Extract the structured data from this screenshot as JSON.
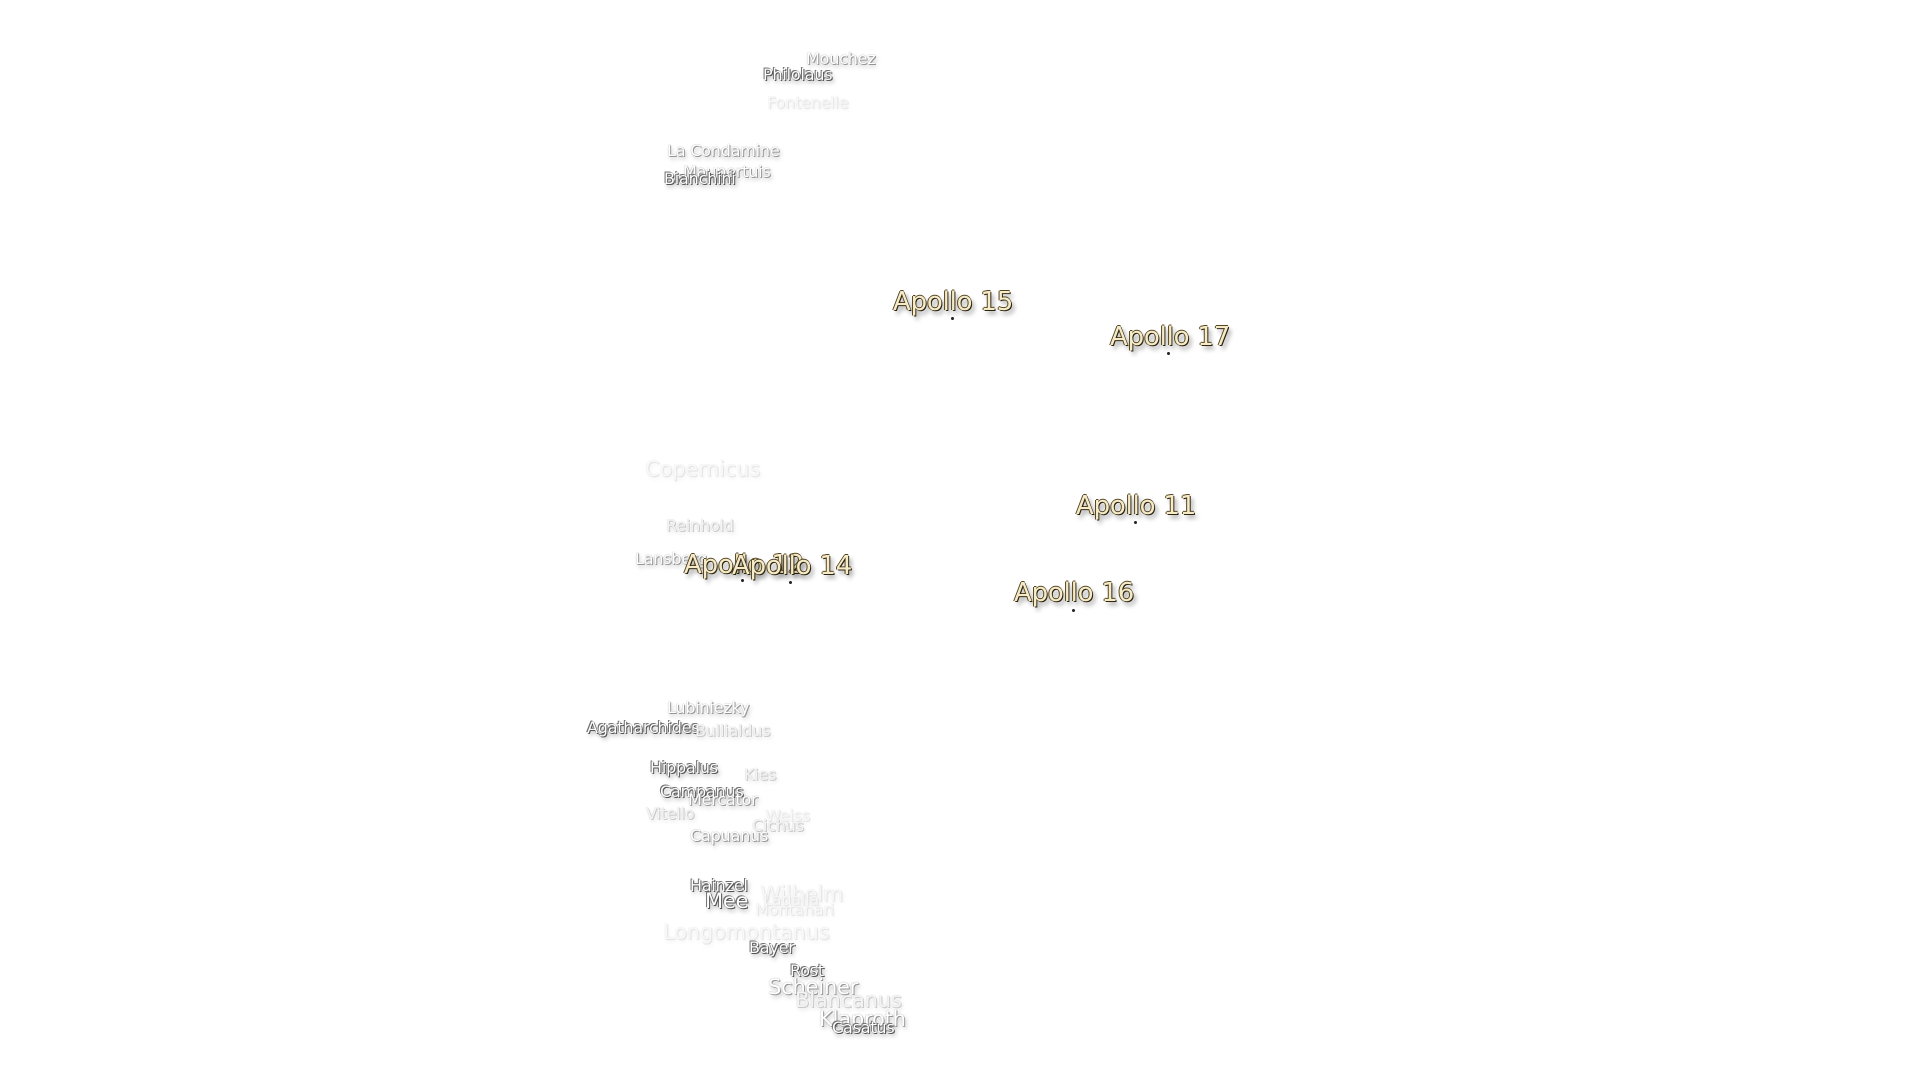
{
  "map": {
    "apollo_sites": [
      {
        "id": "apollo-15",
        "name": "Apollo 15"
      },
      {
        "id": "apollo-17",
        "name": "Apollo 17"
      },
      {
        "id": "apollo-11",
        "name": "Apollo 11"
      },
      {
        "id": "apollo-12",
        "name": "Apollo 12"
      },
      {
        "id": "apollo-14",
        "name": "Apollo 14"
      },
      {
        "id": "apollo-16",
        "name": "Apollo 16"
      }
    ],
    "craters": [
      {
        "name": "Mouchez"
      },
      {
        "name": "Philolaus"
      },
      {
        "name": "Fontenelle"
      },
      {
        "name": "La Condamine"
      },
      {
        "name": "Maupertuis"
      },
      {
        "name": "Bianchini"
      },
      {
        "name": "Copernicus"
      },
      {
        "name": "Reinhold"
      },
      {
        "name": "Lansberg"
      },
      {
        "name": "Lubiniezky"
      },
      {
        "name": "Agatharchides"
      },
      {
        "name": "Bullialdus"
      },
      {
        "name": "Hippalus"
      },
      {
        "name": "Kies"
      },
      {
        "name": "Campanus"
      },
      {
        "name": "Mercator"
      },
      {
        "name": "Vitello"
      },
      {
        "name": "Weiss"
      },
      {
        "name": "Cichus"
      },
      {
        "name": "Capuanus"
      },
      {
        "name": "Hainzel"
      },
      {
        "name": "Wilhelm"
      },
      {
        "name": "Mee"
      },
      {
        "name": "Lagalla"
      },
      {
        "name": "Montanari"
      },
      {
        "name": "Longomontanus"
      },
      {
        "name": "Bayer"
      },
      {
        "name": "Rost"
      },
      {
        "name": "Scheiner"
      },
      {
        "name": "Blancanus"
      },
      {
        "name": "Klaproth"
      },
      {
        "name": "Casatus"
      }
    ]
  }
}
